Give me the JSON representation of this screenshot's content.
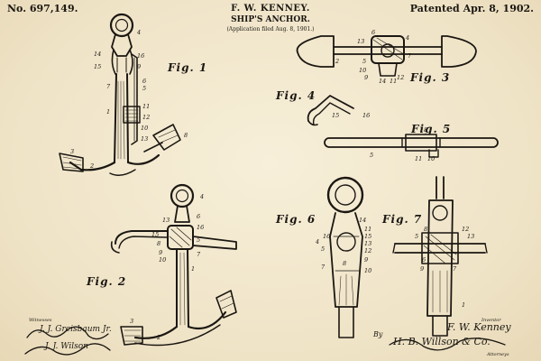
{
  "header": {
    "patent_number": "No. 697,149.",
    "patent_date": "Patented Apr. 8, 1902.",
    "inventor": "F. W. KENNEY.",
    "title": "SHIP'S ANCHOR.",
    "application": "(Application filed Aug. 8, 1901.)"
  },
  "figures": {
    "fig1": "Fig. 1",
    "fig2": "Fig. 2",
    "fig3": "Fig. 3",
    "fig4": "Fig. 4",
    "fig5": "Fig. 5",
    "fig6": "Fig. 6",
    "fig7": "Fig. 7"
  },
  "reference_numerals": {
    "fig1": [
      "4",
      "14",
      "15",
      "16",
      "9",
      "7",
      "1",
      "5",
      "6",
      "11",
      "12",
      "10",
      "13",
      "8",
      "3",
      "2"
    ],
    "fig2": [
      "4",
      "13",
      "6",
      "16",
      "5",
      "15",
      "8",
      "9",
      "10",
      "7",
      "1",
      "3",
      "2"
    ],
    "fig3": [
      "13",
      "6",
      "4",
      "7",
      "2",
      "5",
      "10",
      "9",
      "14",
      "11",
      "12"
    ],
    "fig4": [
      "15",
      "16"
    ],
    "fig5": [
      "8",
      "5",
      "11",
      "10"
    ],
    "fig6": [
      "14",
      "11",
      "15",
      "13",
      "16",
      "4",
      "12",
      "5",
      "9",
      "7",
      "8",
      "10"
    ],
    "fig7": [
      "12",
      "13",
      "8",
      "5",
      "6",
      "9",
      "7",
      "1"
    ]
  },
  "footer": {
    "witnesses_label": "Witnesses",
    "inventor_label": "Inventor",
    "inventor_signature": "F. W. Kenney",
    "by_label": "By",
    "attorney_signature": "H. B. Willson & Co.",
    "attorneys_label": "Attorneys",
    "witness_one": "J. J. Greisbaum Jr.",
    "witness_two": "J. J. Wilson"
  },
  "colors": {
    "paper": "#f3ead2",
    "ink": "#1b1712"
  }
}
